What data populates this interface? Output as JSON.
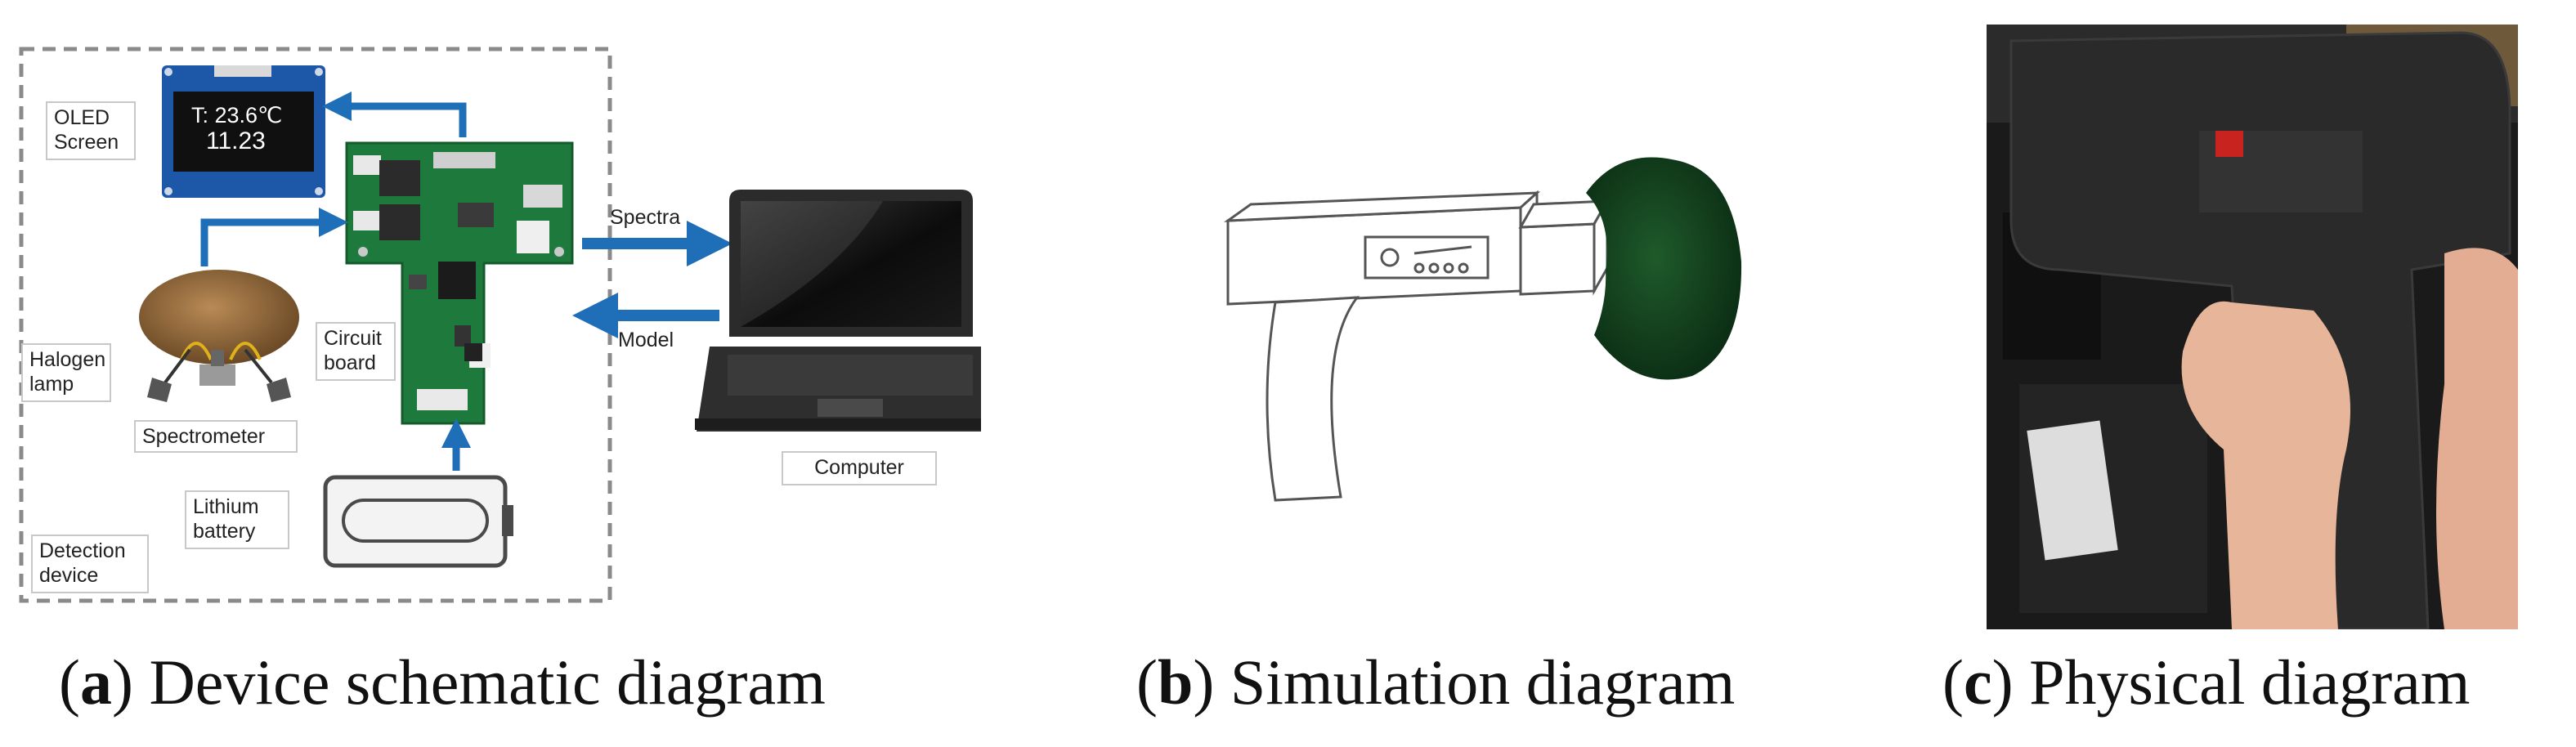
{
  "panel_a": {
    "labels": {
      "oled": "OLED\nScreen",
      "halogen": "Halogen\nlamp",
      "spectrometer": "Spectrometer",
      "circuit": "Circuit\nboard",
      "lithium": "Lithium\nbattery",
      "detection": "Detection\ndevice",
      "computer": "Computer",
      "spectra": "Spectra",
      "model": "Model"
    },
    "oled_display": {
      "line1": "T:  23.6℃",
      "line2": "11.23"
    },
    "colors": {
      "arrow": "#1f6fb8",
      "pcb": "#1e7a3c",
      "dashed": "#8a8a8a"
    }
  },
  "captions": {
    "a": {
      "letter": "a",
      "text": "Device schematic diagram"
    },
    "b": {
      "letter": "b",
      "text": "Simulation diagram"
    },
    "c": {
      "letter": "c",
      "text": "Physical diagram"
    }
  }
}
